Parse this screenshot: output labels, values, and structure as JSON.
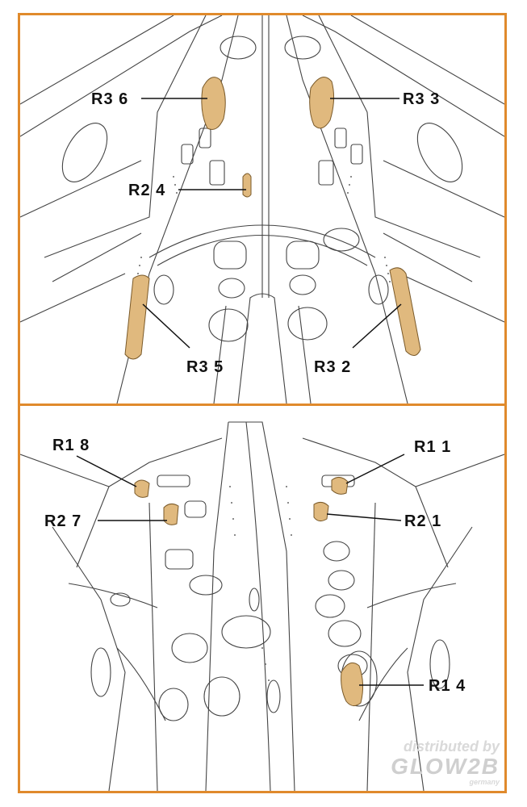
{
  "top_panel": {
    "callouts": [
      {
        "id": "r3-6",
        "label": "R3 6"
      },
      {
        "id": "r3-3",
        "label": "R3 3"
      },
      {
        "id": "r2-4",
        "label": "R2 4"
      },
      {
        "id": "r3-5",
        "label": "R3 5"
      },
      {
        "id": "r3-2",
        "label": "R3 2"
      }
    ]
  },
  "bottom_panel": {
    "callouts": [
      {
        "id": "r1-8",
        "label": "R1 8"
      },
      {
        "id": "r1-1",
        "label": "R1 1"
      },
      {
        "id": "r2-7",
        "label": "R2 7"
      },
      {
        "id": "r2-1",
        "label": "R2 1"
      },
      {
        "id": "r1-4",
        "label": "R1 4"
      }
    ]
  },
  "watermark": {
    "line1": "distributed by",
    "line2": "GLOW2B",
    "line3": "germany"
  },
  "colors": {
    "frame": "#e08a2c",
    "part_fill": "#e0b97e",
    "line": "#333333"
  }
}
